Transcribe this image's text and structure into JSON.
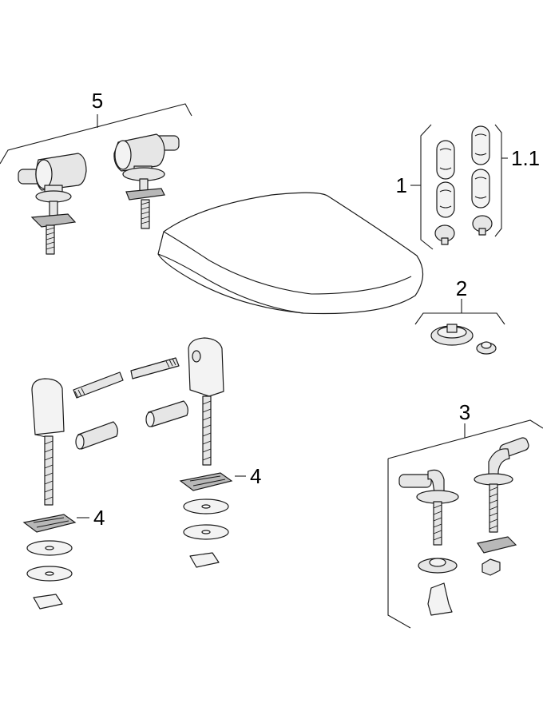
{
  "callouts": {
    "hinge_set": "5",
    "buffer_set": "1",
    "buffer_variant": "1.1",
    "fixing_plate": "2",
    "fixing_set": "3",
    "slide_plate_a": "4",
    "slide_plate_b": "4"
  }
}
